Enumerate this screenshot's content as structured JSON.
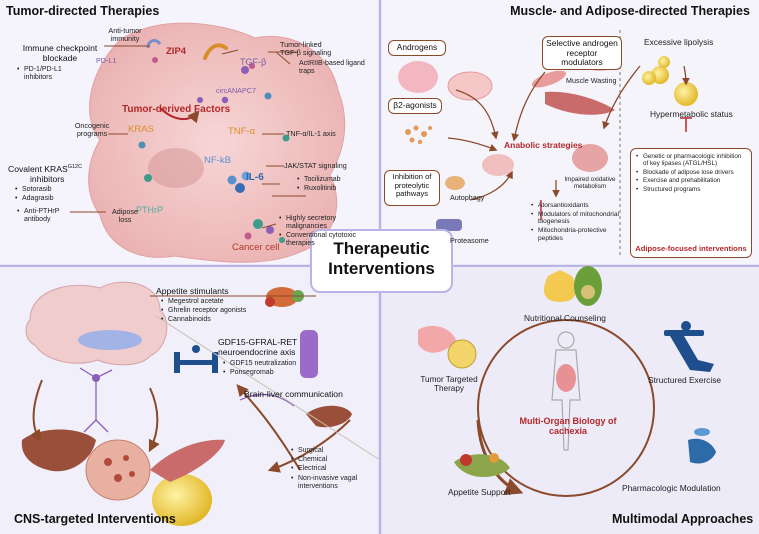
{
  "sections": {
    "tumor_title": "Tumor-directed Therapies",
    "muscle_title": "Muscle- and Adipose-directed Therapies",
    "cns_title": "CNS-targeted Interventions",
    "multimodal_title": "Multimodal Approaches",
    "center_title": "Therapeutic Interventions"
  },
  "tumor": {
    "immune_checkpoint": "Immune checkpoint blockade",
    "immune_items": [
      "PD-1/PD-L1 inhibitors"
    ],
    "anti_tumor_immunity": "Anti-tumor immunity",
    "pd_l1": "PD-L1",
    "zip4": "ZIP4",
    "tgf_beta": "TGF-β",
    "tumor_linked_tgf": "Tumor-linked TGF-β signaling",
    "actriib": "ActRIIB-based ligand traps",
    "circanapc7": "circANAPC7",
    "tumor_derived_factors": "Tumor-derived Factors",
    "oncogenic_programs": "Oncogenic programs",
    "kras": "KRAS",
    "covalent_kras": "Covalent KRAS",
    "covalent_kras_sup": "G12C",
    "covalent_kras_tail": "inhibitors",
    "kras_items": [
      "Sotorasib",
      "Adagrasib"
    ],
    "tnf_alpha": "TNF-α",
    "tnf_il1_axis": "TNF-α/IL-1 axis",
    "nf_kb": "NF-kB",
    "il6": "IL-6",
    "jak_stat": "JAK/STAT signaling",
    "jak_items": [
      "Tocilizumab",
      "Ruxolitinib"
    ],
    "pthrp": "PTHrP",
    "anti_pthrp": "Anti-PTHrP antibody",
    "adipose_loss": "Adipose loss",
    "secretory_items": [
      "Highly secretory malignancies",
      "Conventional cytotoxic therapies"
    ],
    "cancer_cell": "Cancer cell"
  },
  "muscle": {
    "androgens": "Androgens",
    "sarm": "Selective androgen receptor modulators",
    "b2_agonists": "β2-agonists",
    "muscle_wasting": "Muscle Wasting",
    "anabolic": "Anabolic strategies",
    "inhibition": "Inhibition of proteolytic pathways",
    "autophagy": "Autophagy",
    "proteasome": "Proteasome",
    "impaired_oxidative": "Impaired oxidative metabolism",
    "mito_items": [
      "Atorsantioxidants",
      "Modulators of mitochondrial biogenesis",
      "Mitochondria-protective peptides"
    ],
    "excessive_lipolysis": "Excessive lipolysis",
    "hypermetabolic": "Hypermetabolic status",
    "adipose_items": [
      "Genetic or pharmacologic inhibition of key lipases (ATGL/HSL)",
      "Blockade of adipose lose drivers",
      "Exercise and prehabilitation",
      "Structured programs"
    ],
    "adipose_focused": "Adipose-focused interventions"
  },
  "cns": {
    "appetite_stimulants": "Appetite stimulants",
    "appetite_items": [
      "Megestrol acetate",
      "Ghrelin receptor agonists",
      "Cannabinoids"
    ],
    "gdf15_axis": "GDF15-GFRAL-RET neuroendocrine axis",
    "gdf15_items": [
      "GDF15 neutralization",
      "Ponsegromab"
    ],
    "brain_liver": "Brain-liver communication",
    "vagal_items": [
      "Surgical",
      "Chemical",
      "Electrical",
      "Non-invasive vagal interventions"
    ]
  },
  "multimodal": {
    "nutritional": "Nutritional Counseling",
    "tumor_targeted": "Tumor Targeted Therapy",
    "structured_exercise": "Structured Exercise",
    "multi_organ": "Multi-Organ Biology of cachexia",
    "appetite_support": "Appetite Support",
    "pharmacologic": "Pharmacologic Modulation"
  },
  "colors": {
    "cell_fill": "#f2c4c4",
    "section_bg_tl": "#f5f3fb",
    "section_bg_tr": "#f6f4fb",
    "section_bg_bl": "#f1effa",
    "section_bg_br": "#eeebf8",
    "accent_red": "#b4272a",
    "arrow_brown": "#8a4a2b",
    "divider": "#b9b3e6"
  }
}
